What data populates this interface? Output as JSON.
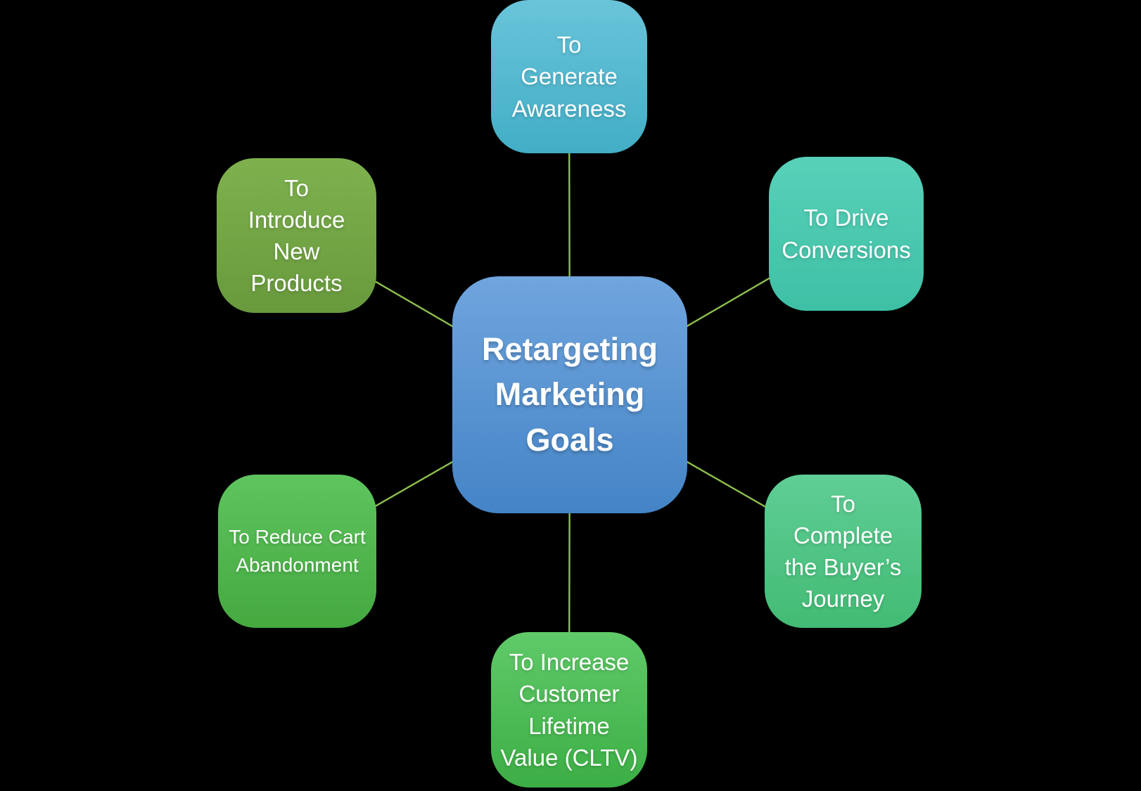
{
  "diagram": {
    "title": "Retargeting Marketing Goals",
    "background_color": "#000000",
    "connector_color": "#8DC04E",
    "center_node": {
      "label": "Retargeting\nMarketing\nGoals",
      "gradient": {
        "top": "#70A5DE",
        "bottom": "#4484C6"
      }
    },
    "nodes": [
      {
        "name": "generate-awareness",
        "label": "To\nGenerate\nAwareness",
        "gradient": {
          "top": "#69C4D9",
          "bottom": "#42AEC6"
        }
      },
      {
        "name": "drive-conversions",
        "label": "To Drive\nConversions",
        "gradient": {
          "top": "#59D1B9",
          "bottom": "#3EC0A5"
        }
      },
      {
        "name": "complete-buyers-journey",
        "label": "To\nComplete\nthe Buyer’s\nJourney",
        "gradient": {
          "top": "#5FCE96",
          "bottom": "#43BB74"
        }
      },
      {
        "name": "increase-cltv",
        "label": "To Increase\nCustomer\nLifetime\nValue (CLTV)",
        "gradient": {
          "top": "#60CA69",
          "bottom": "#3CAE45"
        }
      },
      {
        "name": "reduce-cart-abandonment",
        "label": "To Reduce Cart\nAbandonment",
        "gradient": {
          "top": "#5EC45E",
          "bottom": "#45A940"
        }
      },
      {
        "name": "introduce-new-products",
        "label": "To\nIntroduce\nNew\nProducts",
        "gradient": {
          "top": "#7EB14E",
          "bottom": "#689A3D"
        }
      }
    ]
  }
}
